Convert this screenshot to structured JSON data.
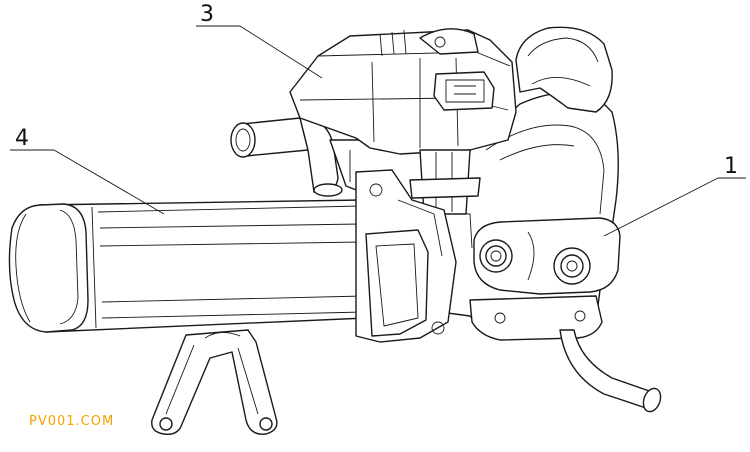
{
  "callouts": [
    {
      "id": "1",
      "label": "1"
    },
    {
      "id": "3",
      "label": "3"
    },
    {
      "id": "4",
      "label": "4"
    }
  ],
  "watermark": {
    "text": "PV001.COM",
    "color": "#f4a300"
  },
  "colors": {
    "line": "#1a1a1a",
    "background": "#ffffff"
  }
}
